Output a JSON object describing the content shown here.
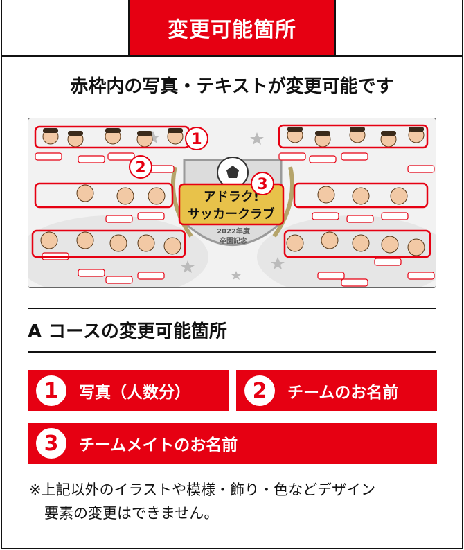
{
  "header": {
    "badge_label": "変更可能箇所"
  },
  "intro_text": "赤枠内の写真・テキストが変更可能です",
  "preview": {
    "logo_line1": "アドラク!",
    "logo_line2": "サッカークラブ",
    "logo_year": "2022年度",
    "logo_sub": "卒園記念",
    "markers": [
      "1",
      "2",
      "3"
    ],
    "accent": "#e60012"
  },
  "section_title": "A コースの変更可能箇所",
  "items": [
    {
      "num": "1",
      "label": "写真（人数分）"
    },
    {
      "num": "2",
      "label": "チームのお名前"
    },
    {
      "num": "3",
      "label": "チームメイトのお名前"
    }
  ],
  "note": {
    "line1": "※上記以外のイラストや模様・飾り・色などデザイン",
    "line2": "要素の変更はできません。"
  }
}
